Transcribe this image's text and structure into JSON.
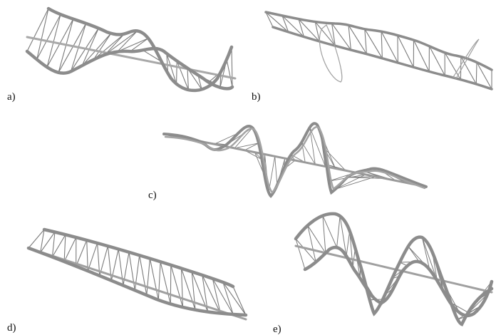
{
  "figure": {
    "colors": {
      "chord": "#8c8c8c",
      "web": "#7a7a7a",
      "axis": "#a0a0a0",
      "label": "#111111"
    },
    "panels": [
      {
        "id": "a",
        "label": "a)"
      },
      {
        "id": "b",
        "label": "b)"
      },
      {
        "id": "c",
        "label": "c)"
      },
      {
        "id": "d",
        "label": "d)"
      },
      {
        "id": "e",
        "label": "e)"
      }
    ]
  }
}
